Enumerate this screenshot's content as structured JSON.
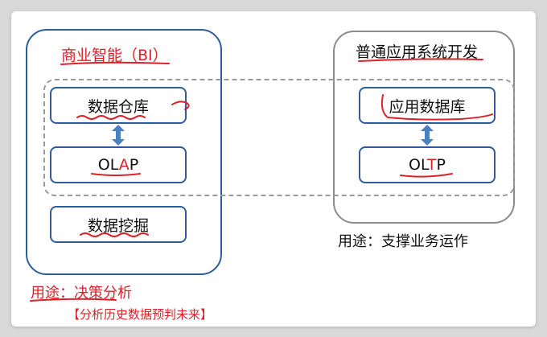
{
  "bi": {
    "title": "商业智能（BI）",
    "dw": "数据仓库",
    "olap": {
      "pre": "OL",
      "key": "A",
      "post": "P"
    },
    "dm": "数据挖掘",
    "usage": "用途：决策分析",
    "note": "【分析历史数据预判未来】"
  },
  "app": {
    "title": "普通应用系统开发",
    "db": "应用数据库",
    "oltp": {
      "pre": "OL",
      "key": "T",
      "post": "P"
    },
    "usage": "用途：支撑业务运作"
  },
  "colors": {
    "accent": "#2e5c99",
    "annotation": "#d8232a",
    "arrow": "#4a7fc1"
  },
  "icons": {
    "link_arrow": "double-arrow-icon"
  }
}
